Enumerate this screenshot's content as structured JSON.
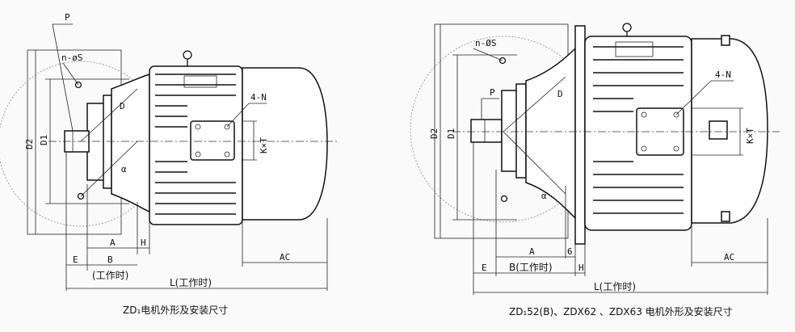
{
  "left_drawing": {
    "labels": {
      "p": "P",
      "ns": "n-øS",
      "d": "D",
      "d1": "D1",
      "d2": "D2",
      "alpha": "α",
      "fourN": "4-N",
      "kxt": "K×T",
      "a": "A",
      "b": "B",
      "e": "E",
      "h": "H",
      "b_work": "(工作时)",
      "l_work": "L(工作时)",
      "ac": "AC"
    },
    "caption": "ZD₁电机外形及安装尺寸"
  },
  "right_drawing": {
    "labels": {
      "p": "P",
      "ns": "n-ØS",
      "d": "D",
      "d1": "D1",
      "d2": "D2",
      "alpha": "α",
      "fourN": "4-N",
      "kxt": "K×T",
      "a": "A",
      "b_work": "B(工作时)",
      "e": "E",
      "h": "H",
      "six": "6",
      "l_work": "L(工作时)",
      "ac": "AC"
    },
    "caption": "ZD₁52(B)、ZDX62 、ZDX63  电机外形及安装尺寸"
  }
}
